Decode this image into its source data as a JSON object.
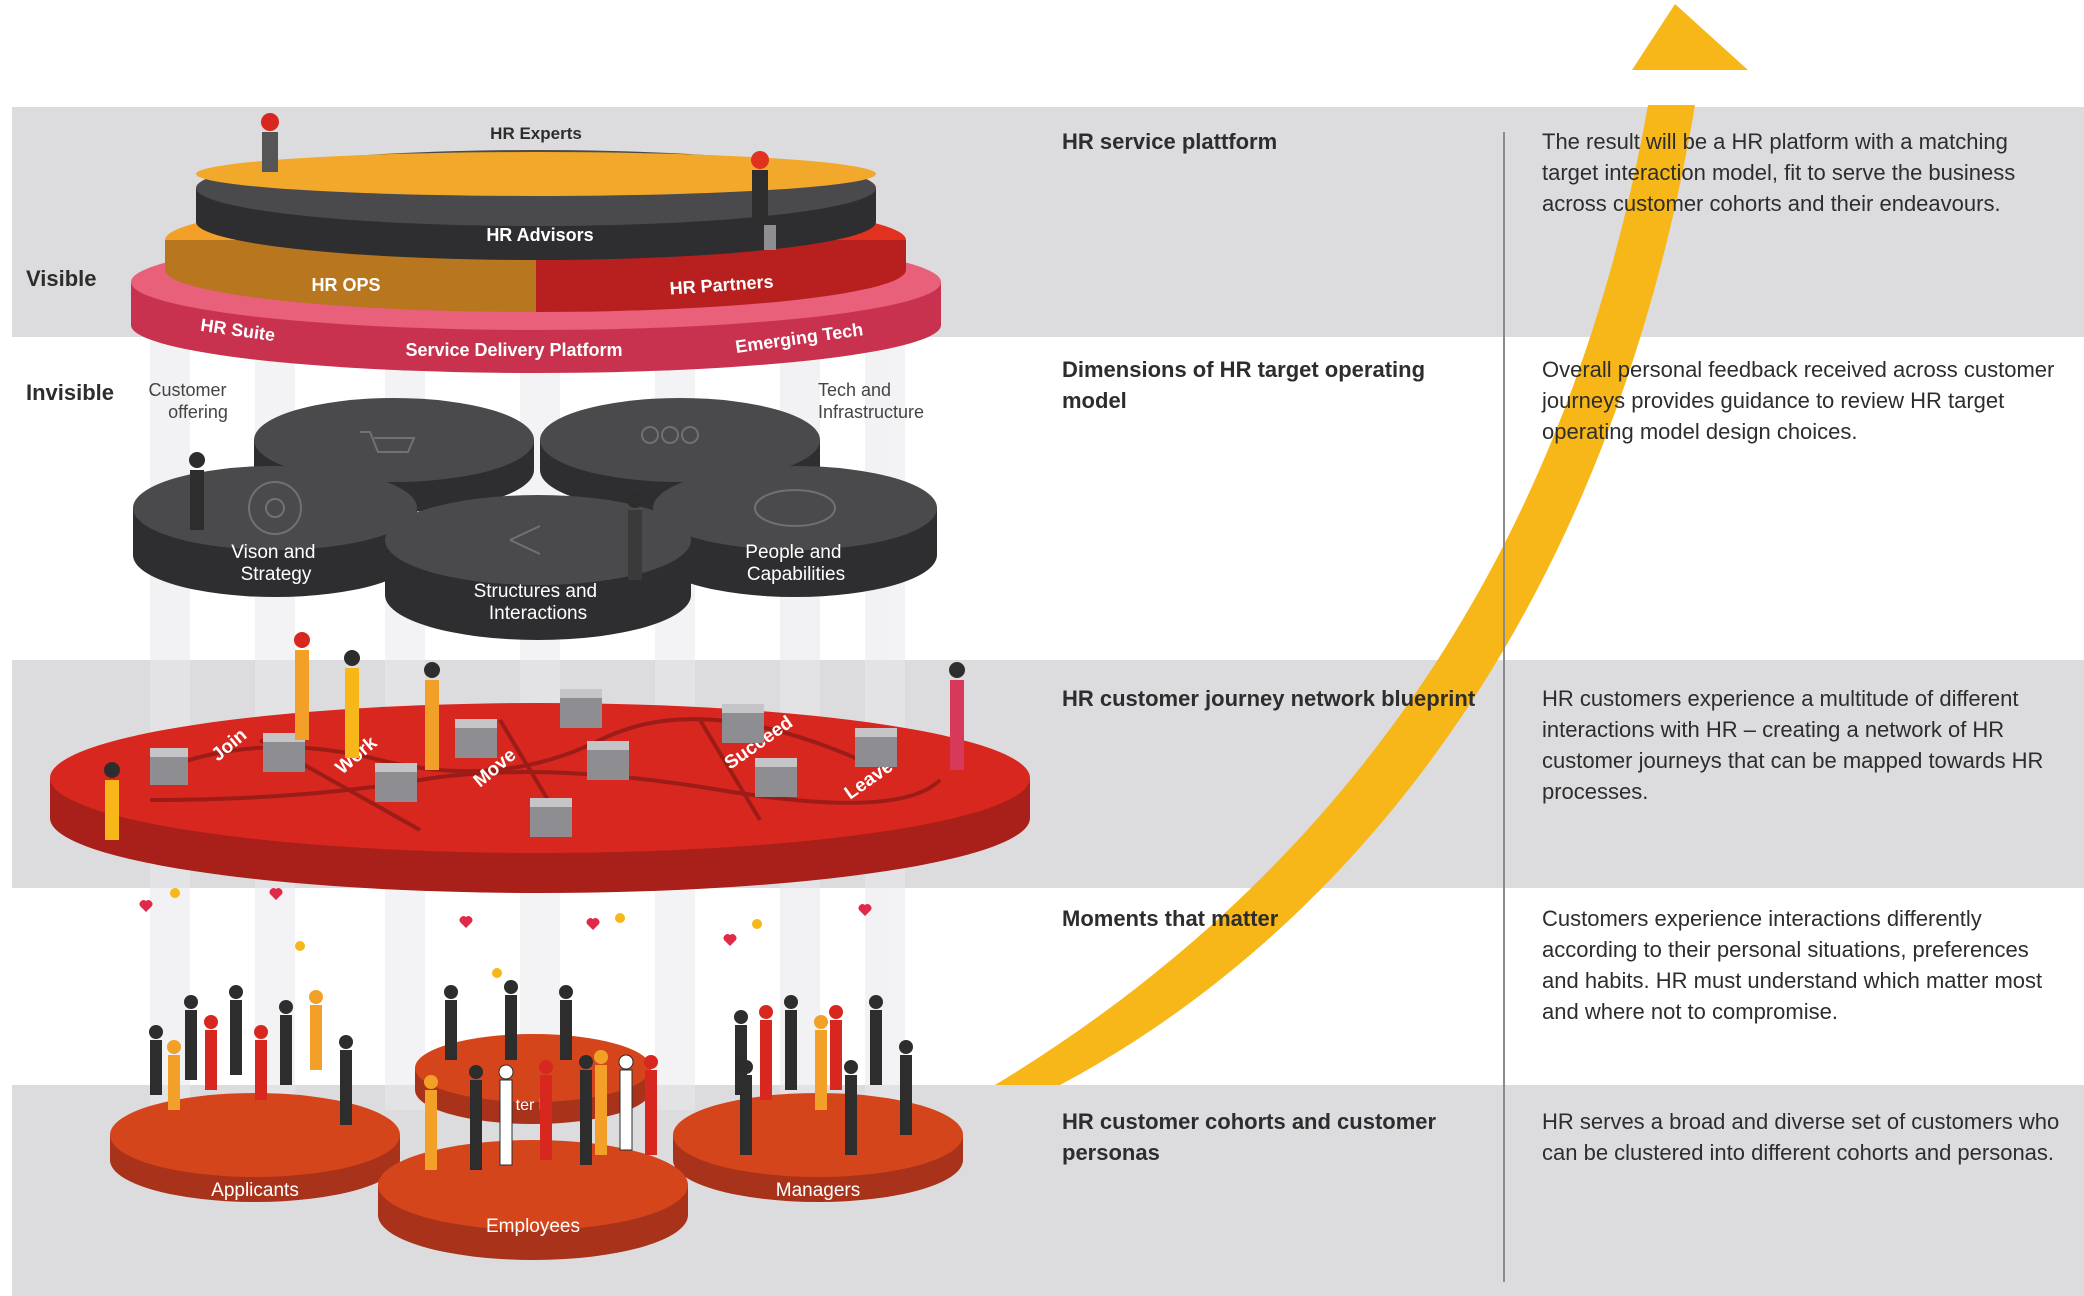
{
  "side_labels": {
    "visible": "Visible",
    "invisible": "Invisible"
  },
  "platform": {
    "experts": "HR Experts",
    "advisors": "HR Advisors",
    "ops": "HR OPS",
    "partners": "HR Partners",
    "suite": "HR Suite",
    "service_delivery": "Service Delivery Platform",
    "emerging_tech": "Emerging Tech"
  },
  "dimensions": {
    "customer_offering": "Customer offering",
    "tech_infrastructure": "Tech and Infrastructure",
    "vision": "Vison and Strategy",
    "structures": "Structures and Interactions",
    "people": "People and Capabilities"
  },
  "journey": {
    "steps": [
      "Join",
      "Work",
      "Move",
      "Succeed",
      "Leave"
    ]
  },
  "cohorts": {
    "applicants": "Applicants",
    "employees": "Employees",
    "managers": "Managers",
    "center_partial": "ter ls"
  },
  "rows": [
    {
      "title": "HR service plattform",
      "desc": "The result will be a HR platform with a matching target interaction model, fit to serve the business across customer cohorts and their endeavours."
    },
    {
      "title": "Dimensions of HR target operating model",
      "desc": "Overall personal feedback received across customer journeys provides guidance to review HR target operating model design choices."
    },
    {
      "title": "HR customer journey network blueprint",
      "desc": "HR customers experience a multitude of different interactions with HR – creating a network of HR customer journeys that can be mapped towards HR processes."
    },
    {
      "title": "Moments that matter",
      "desc": "Customers experience interactions differently according to their personal situations, preferences and habits. HR must understand which matter most and where not to compromise."
    },
    {
      "title": "HR customer cohorts and customer personas",
      "desc": "HR serves a broad and diverse set of customers who can be clustered into different cohorts and personas."
    }
  ],
  "colors": {
    "band": "#dcdcde",
    "arrow": "#f7b718",
    "red": "#d7271f",
    "dark_red": "#a91f19",
    "orange": "#f2a028",
    "pink": "#d6395a",
    "charcoal": "#3c3c3e",
    "cohort": "#d5451c"
  }
}
